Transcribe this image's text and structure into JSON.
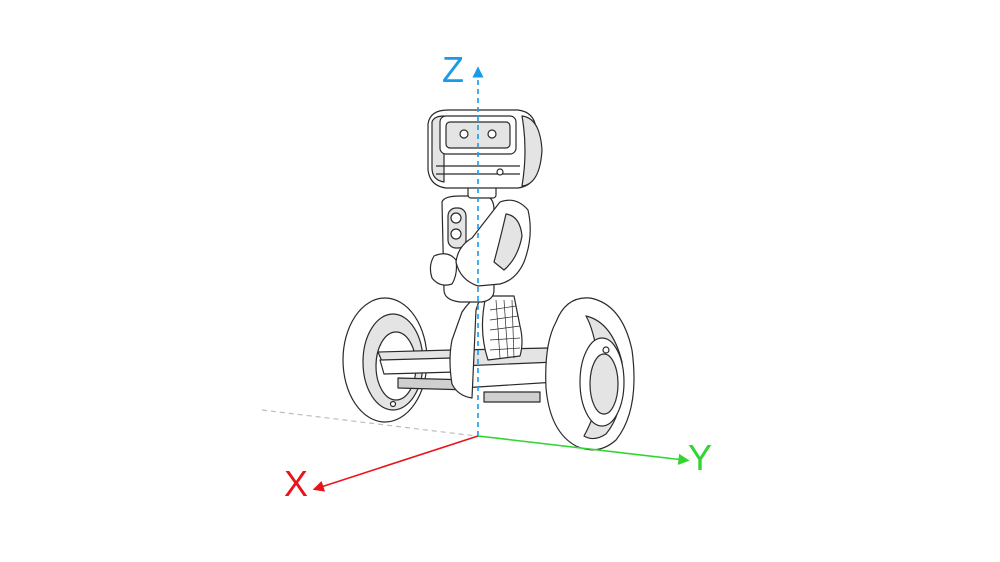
{
  "axes": {
    "z": {
      "label": "Z",
      "color": "#1a9be8"
    },
    "y": {
      "label": "Y",
      "color": "#2fd62f"
    },
    "x": {
      "label": "X",
      "color": "#e8141a"
    }
  },
  "ground_guide_color": "#bdbdbd",
  "subject": "robot-on-self-balancing-scooter"
}
